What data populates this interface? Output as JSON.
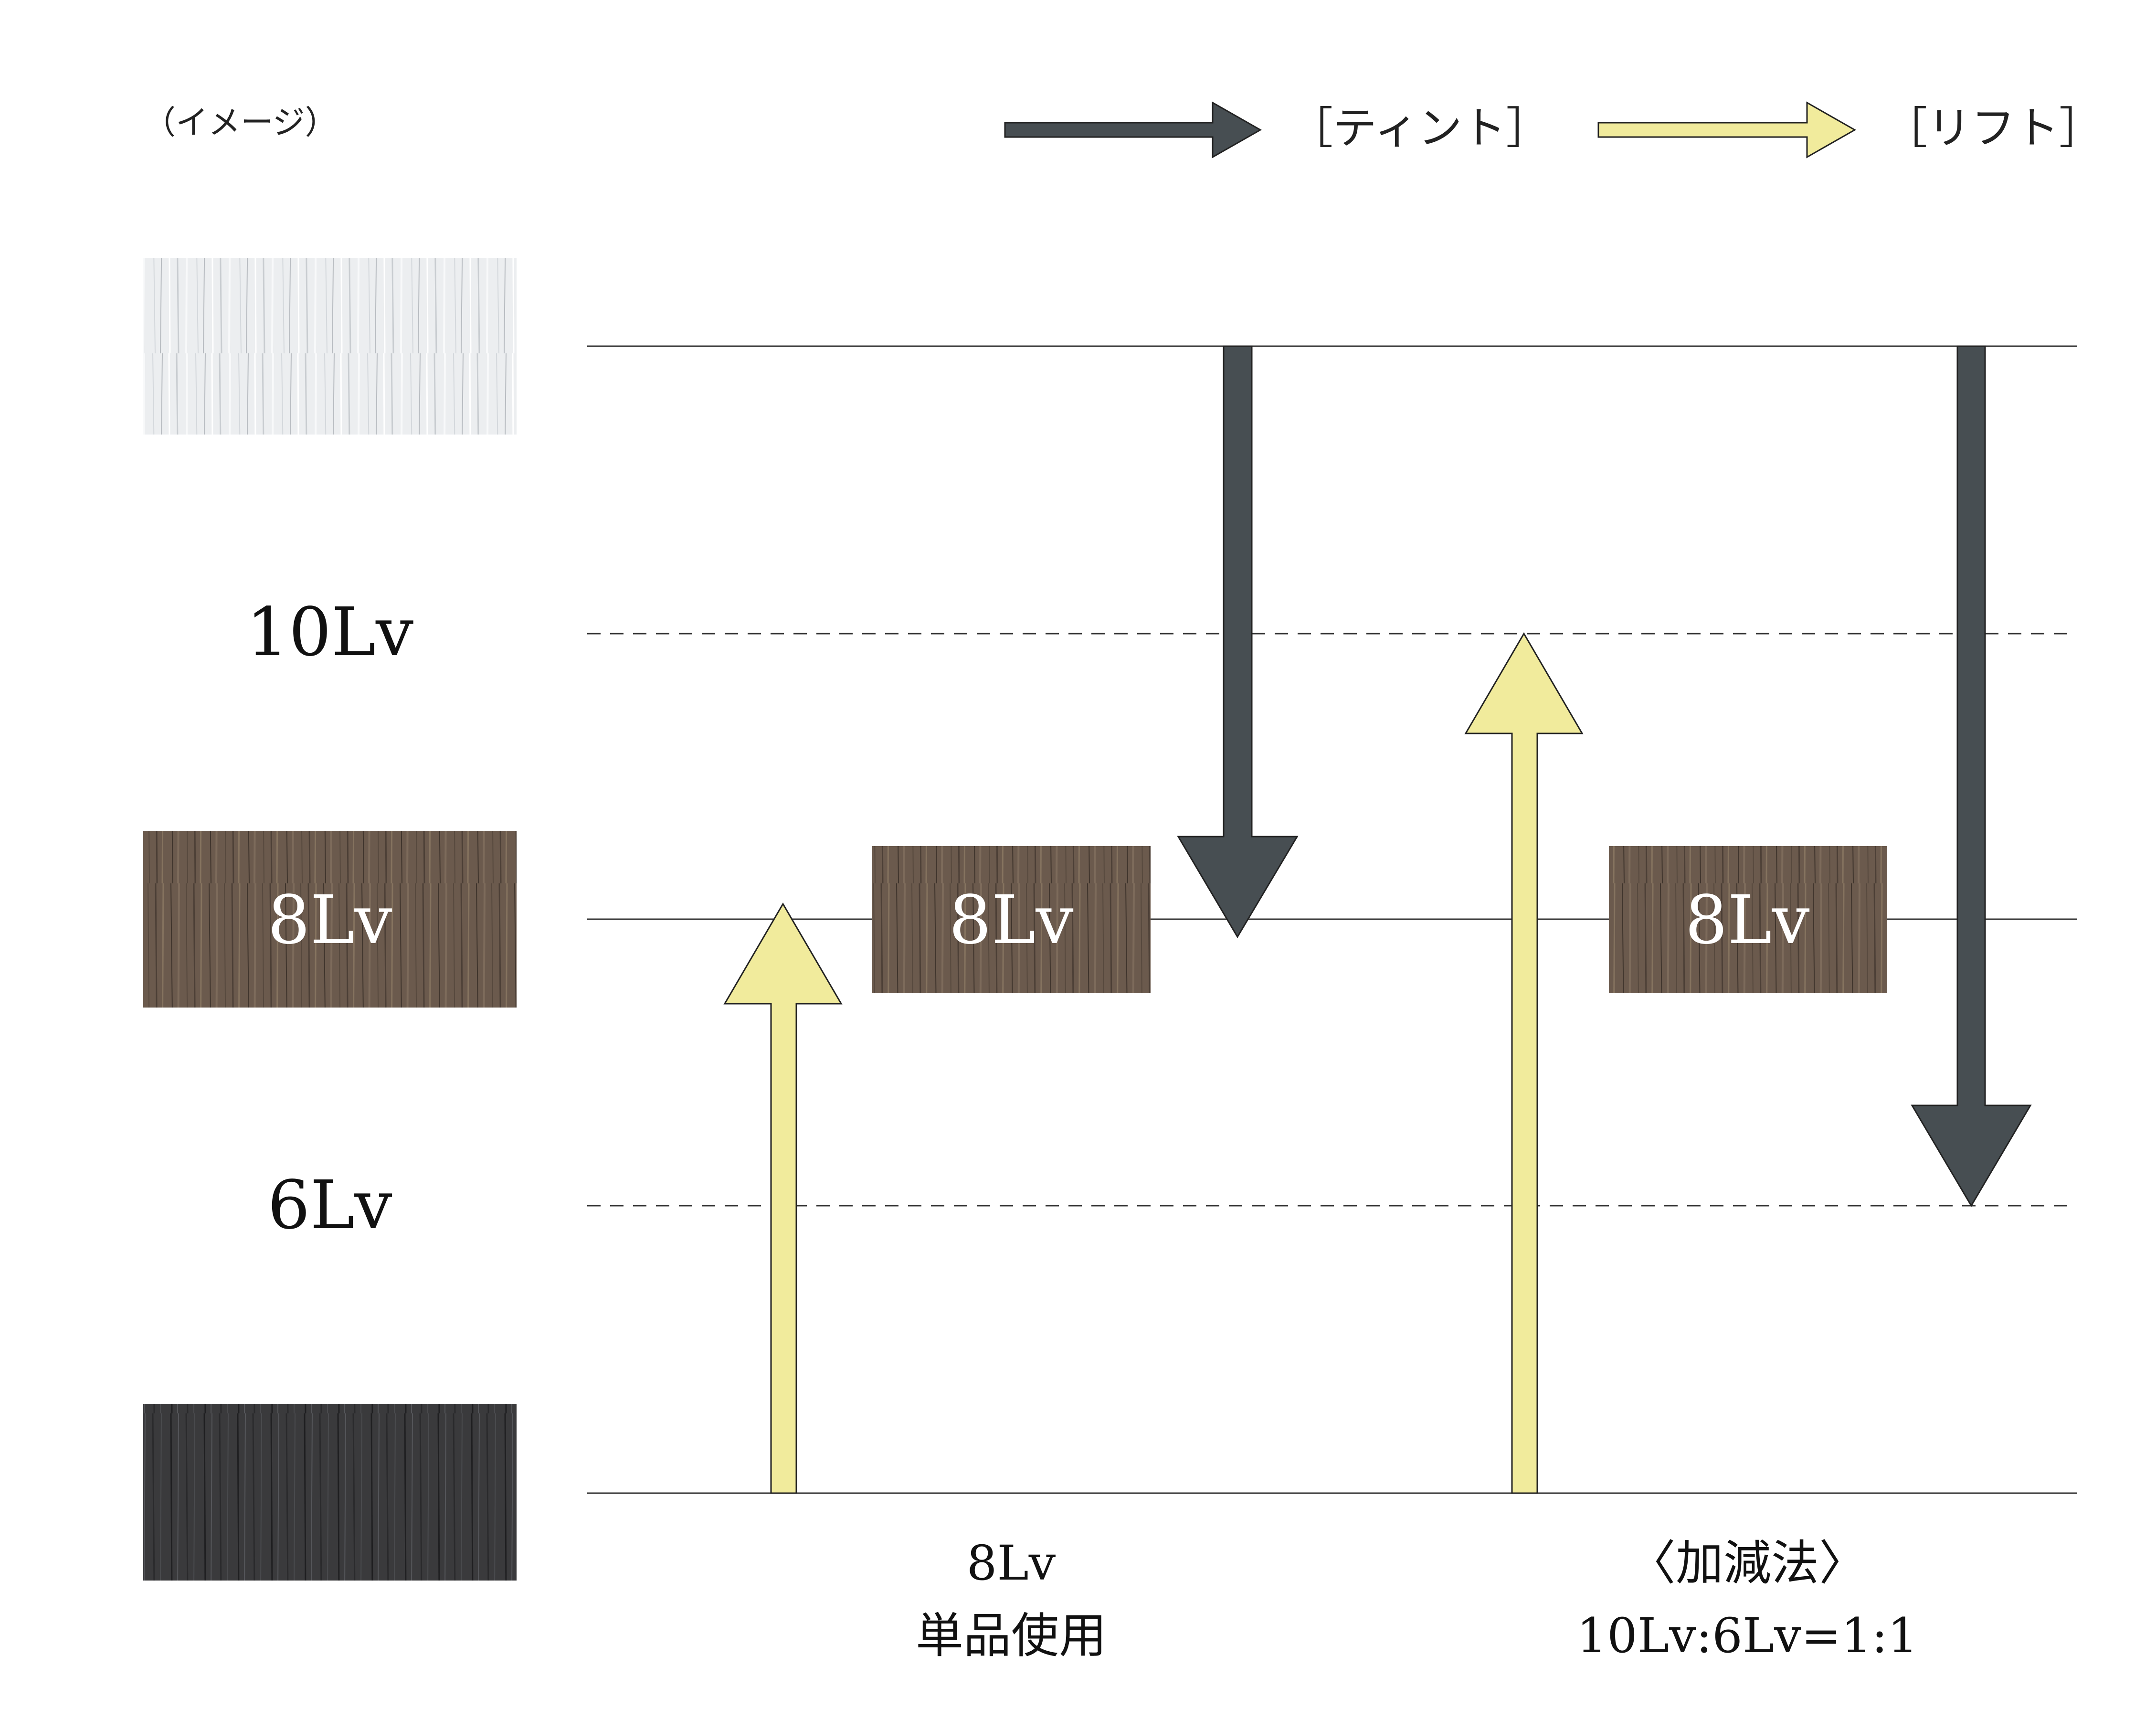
{
  "caption": "（イメージ）",
  "legend": {
    "tint_label": "［ティント］",
    "lift_label": "［リフト］"
  },
  "levels": {
    "level10_label": "10Lv",
    "level8_label": "8Lv",
    "level6_label": "6Lv"
  },
  "swatch_labels": {
    "single": "8Lv",
    "mixed": "8Lv"
  },
  "bottom": {
    "single_line1": "8Lv",
    "single_line2": "単品使用",
    "mixed_line1": "〈加減法〉",
    "mixed_line2": "10Lv:6Lv=1:1"
  },
  "colors": {
    "tint_arrow": "#474e52",
    "lift_arrow": "#f1eb9c",
    "brown_swatch": "#6b5a4d",
    "white_swatch": "#eceef0",
    "black_swatch": "#3a3a3c",
    "line": "#333333"
  }
}
